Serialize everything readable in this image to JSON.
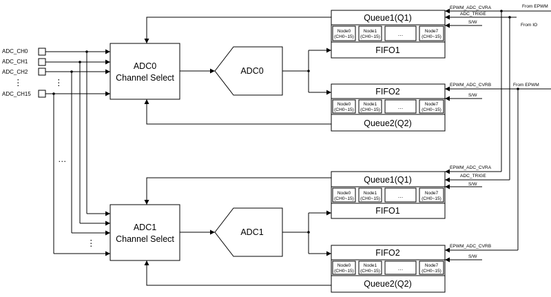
{
  "inputs": {
    "ch0": "ADC_CH0",
    "ch1": "ADC_CH1",
    "ch2": "ADC_CH2",
    "ch15": "ADC_CH15",
    "ellipsis": "⋮",
    "ellipsis_h": "…"
  },
  "adc0": {
    "select_line1": "ADC0",
    "select_line2": "Channel Select",
    "converter": "ADC0"
  },
  "adc1": {
    "select_line1": "ADC1",
    "select_line2": "Channel Select",
    "converter": "ADC1"
  },
  "queues": {
    "q1": "Queue1(Q1)",
    "q2": "Queue2(Q2)",
    "fifo1": "FIFO1",
    "fifo2": "FIFO2",
    "nodes": [
      {
        "line1": "Node0",
        "line2": "(CH0~15)"
      },
      {
        "line1": "Node1",
        "line2": "(CH0~15)"
      },
      {
        "line1": "…",
        "line2": ""
      },
      {
        "line1": "Node7",
        "line2": "(CH0~15)"
      }
    ]
  },
  "triggers": {
    "cvra": "EPWM_ADC_CVRA",
    "cvrb": "EPWM_ADC_CVRB",
    "trige": "ADC_TRIGE",
    "sw": "S/W",
    "from_epwm": "From EPWM",
    "from_io": "From IO"
  }
}
